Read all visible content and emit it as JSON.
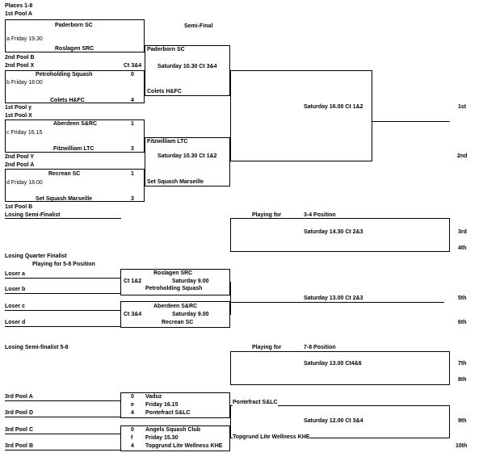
{
  "header": {
    "places": "Places 1-8",
    "pool_1a": "1st Pool A",
    "semi_final": "Semi-Final"
  },
  "qf": {
    "a": {
      "team1": "Paderborn SC",
      "label": "a Friday 19.30",
      "team2": "Roslagen SRC"
    },
    "b": {
      "court": "Ct 3&4",
      "team1": "Petroholding Squash",
      "score1": "0",
      "label": "b Friday 18.00",
      "team2": "Colets H&FC",
      "score2": "4"
    },
    "c": {
      "team1": "Aberdeen S&RC",
      "score1": "1",
      "label": "c Friday 16.15",
      "team2": "Fitzwilliam LTC",
      "score2": "3"
    },
    "d": {
      "team1": "Recrean SC",
      "score1": "1",
      "label": "d Friday 18.00",
      "team2": "Set Squash Marseille",
      "score2": "3"
    }
  },
  "pools": {
    "p2b": "2nd Pool B",
    "p2x": "2nd Pool X",
    "p1y": "1st Pool y",
    "p1x": "1st Pool X",
    "p2y": "2nd Pool Y",
    "p2a": "2nd Pool A",
    "p1b": "1st Pool B"
  },
  "sf": {
    "top": {
      "team1": "Paderborn SC",
      "time": "Saturday 10.30 Ct 3&4",
      "team2": "Colets H&FC"
    },
    "bottom": {
      "team1": "Fitzwilliam LTC",
      "time": "Saturday 10.30 Ct 1&2",
      "team2": "Set Squash Marseille"
    }
  },
  "final": {
    "time": "Saturday 16.00 Ct 1&2",
    "first": "1st",
    "second": "2nd"
  },
  "third_place": {
    "losing_semi": "Losing Semi-Finalist",
    "playing_for": "Playing for",
    "position": "3-4 Position",
    "time": "Saturday 14.30 Ct 2&3",
    "third": "3rd",
    "fourth": "4th"
  },
  "fifth_place": {
    "losing_qf": "Losing Quarter Finalist",
    "playing_for": "Playing for 5-8 Position",
    "loser_a": "Loser a",
    "loser_b": "Loser b",
    "loser_c": "Loser c",
    "loser_d": "Loser d",
    "m1": {
      "team1": "Roslagen SRC",
      "court": "Ct 1&2",
      "time": "Saturday 9.00",
      "team2": "Petroholding Squash"
    },
    "m2": {
      "team1": "Aberdeen S&RC",
      "court": "Ct 3&4",
      "time": "Saturday 9.00",
      "team2": "Recrean SC"
    },
    "final_time": "Saturday 13.00 Ct 2&3",
    "fifth": "5th",
    "sixth": "6th"
  },
  "seventh_place": {
    "losing_semi": "Losing Semi-finalist 5-8",
    "playing_for": "Playing for",
    "position": "7-8 Position",
    "time": "Saturday 13.00 Ct4&6",
    "seventh": "7th",
    "eighth": "8th"
  },
  "ninth_place": {
    "p3a": "3rd Pool A",
    "p3d": "3rd Pool D",
    "p3c": "3rd Pool C",
    "p3b": "3rd Pool B",
    "e": {
      "score1": "0",
      "team1": "Vaduz",
      "label": "e",
      "time": "Friday 16.15",
      "score2": "4",
      "team2": "Pontefract S&LC"
    },
    "f": {
      "score1": "0",
      "team1": "Angels Squash Club",
      "label": "f",
      "time": "Friday 15.30",
      "score2": "4",
      "team2": "Topgrund Lite Wellness KHE"
    },
    "final_team1": "Pontefract S&LC",
    "time": "Saturday 12.00 Ct 3&4",
    "final_team2": "Topgrund Lite Wellness KHE",
    "ninth": "9th",
    "tenth": "10th"
  }
}
